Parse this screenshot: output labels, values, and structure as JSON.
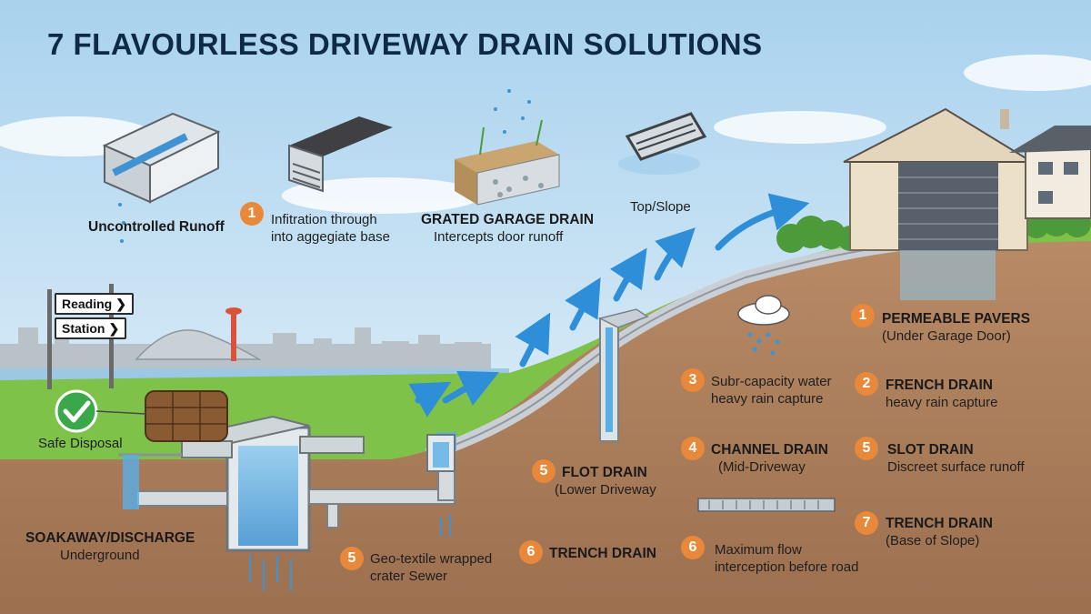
{
  "title": "7 FLAVOURLESS DRIVEWAY DRAIN SOLUTIONS",
  "signpost": {
    "line1": "Reading",
    "line2": "Station"
  },
  "labels": {
    "uncontrolled_runoff": "Uncontrolled Runoff",
    "infiltration": {
      "num": "1",
      "line1": "Infitration through",
      "line2": "into aggegiate base"
    },
    "grated_garage": {
      "title": "GRATED GARAGE DRAIN",
      "sub": "Intercepts door runoff"
    },
    "top_slope": "Top/Slope",
    "safe_disposal": "Safe Disposal",
    "soakaway": {
      "title": "SOAKAWAY/DISCHARGE",
      "sub": "Underground"
    },
    "geotextile": {
      "num": "5",
      "line1": "Geo-textile wrapped",
      "line2": "crater Sewer"
    },
    "trench_drain_6": {
      "num": "6",
      "title": "TRENCH DRAIN"
    },
    "flot_drain": {
      "num": "5",
      "title": "FLOT DRAIN",
      "sub": "(Lower Driveway"
    },
    "subr_capacity": {
      "num": "3",
      "line1": "Subr-capacity water",
      "line2": "heavy rain capture"
    },
    "channel_drain": {
      "num": "4",
      "title": "CHANNEL DRAIN",
      "sub": "(Mid-Driveway"
    },
    "max_flow": {
      "num": "6",
      "line1": "Maximum flow",
      "line2": "interception before road"
    },
    "permeable_pavers": {
      "num": "1",
      "title": "PERMEABLE PAVERS",
      "sub": "(Under Garage Door)"
    },
    "french_drain": {
      "num": "2",
      "title": "FRENCH DRAIN",
      "sub": "heavy rain capture"
    },
    "slot_drain": {
      "num": "5",
      "title": "SLOT DRAIN",
      "sub": "Discreet surface runoff"
    },
    "trench_drain_7": {
      "num": "7",
      "title": "TRENCH DRAIN",
      "sub": "(Base of Slope)"
    }
  },
  "colors": {
    "sky_top": "#bcdcf0",
    "sky_bottom": "#eaf4fb",
    "soil": "#a97c5a",
    "grass": "#7fc24a",
    "water": "#4aa3df",
    "badge": "#e8883a",
    "title": "#0e2a47",
    "check": "#3aa84a"
  }
}
